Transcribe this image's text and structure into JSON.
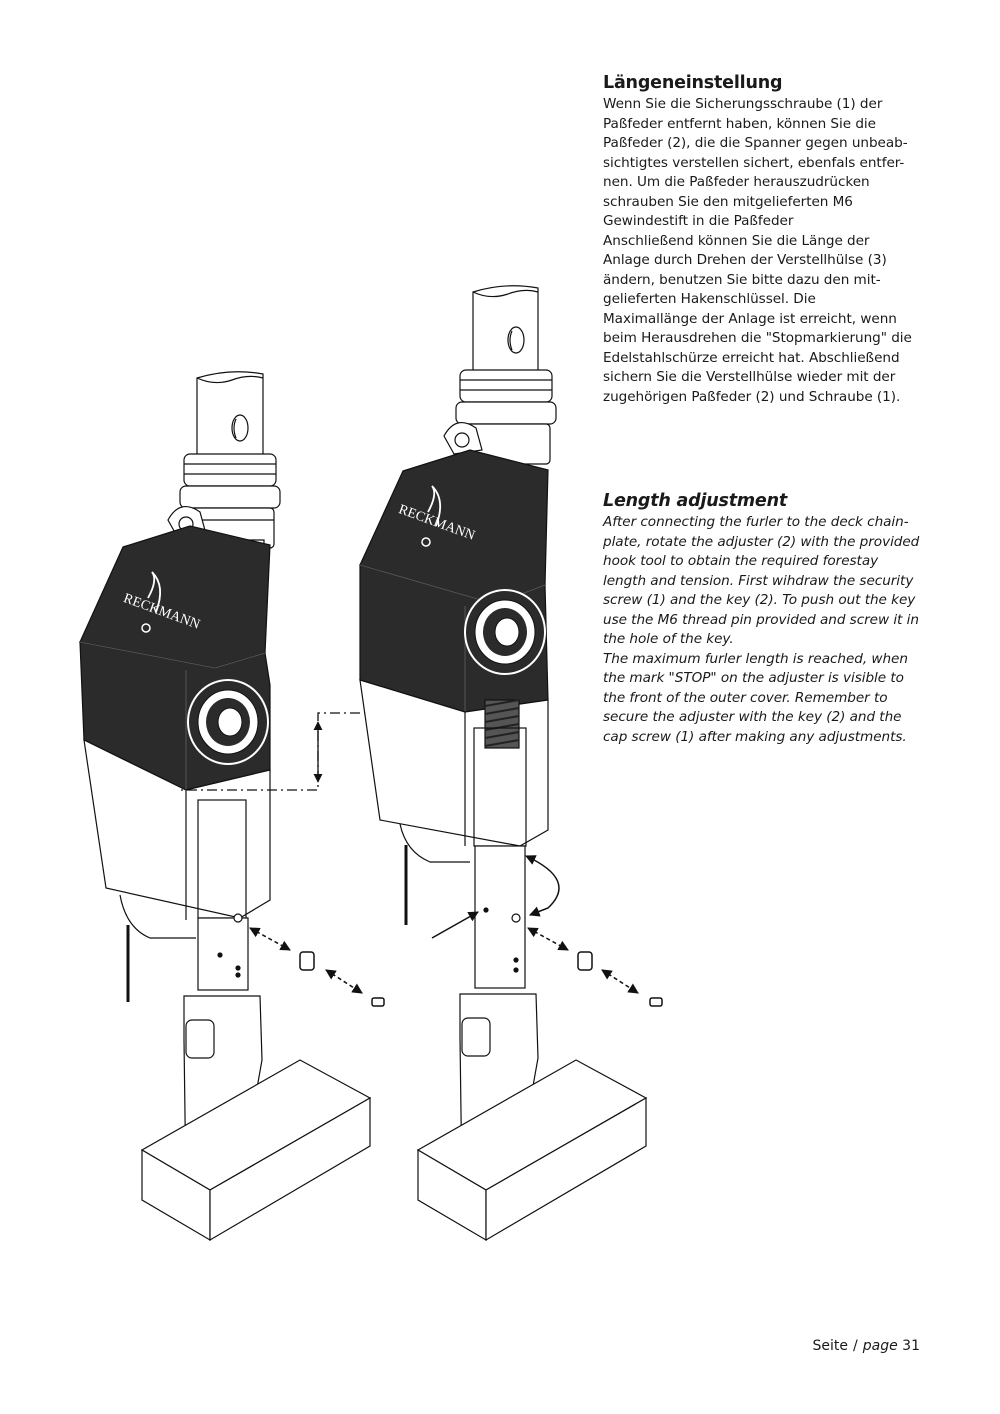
{
  "german": {
    "heading": "Längeneinstellung",
    "lines": [
      "Wenn Sie die Sicherungsschraube (1) der",
      "Paßfeder entfernt haben, können Sie die",
      "Paßfeder (2), die die Spanner gegen unbeab-",
      "sichtigtes verstellen sichert, ebenfals entfer-",
      "nen. Um die Paßfeder herauszudrücken",
      "schrauben Sie den mitgelieferten M6",
      "Gewindestift in die Paßfeder",
      "Anschließend können Sie die Länge der",
      "Anlage durch Drehen der Verstellhülse (3)",
      "ändern, benutzen Sie bitte dazu den mit-",
      "gelieferten Hakenschlüssel. Die",
      "Maximallänge der Anlage ist erreicht, wenn",
      "beim Herausdrehen die \"Stopmarkierung\" die",
      "Edelstahlschürze erreicht hat. Abschließend",
      "sichern Sie die Verstellhülse wieder mit der",
      "zugehörigen Paßfeder (2) und Schraube (1)."
    ]
  },
  "english": {
    "heading": "Length adjustment",
    "lines": [
      "After connecting the furler to the deck chain-",
      "plate, rotate the adjuster (2) with the provided",
      "hook tool to obtain the required forestay",
      "length and tension. First wihdraw the security",
      "screw (1) and the key (2). To push out the key",
      "use the M6 thread pin provided and screw it in",
      "the hole of the key.",
      "The maximum furler length is reached, when",
      "the mark \"STOP\" on the adjuster is visible to",
      "the front of the outer cover. Remember to",
      "secure the adjuster with the key (2) and the",
      "cap screw (1) after making any adjustments."
    ]
  },
  "illustration": {
    "logo_text_left": "RECKMANN",
    "logo_text_right": "RECKMANN"
  },
  "footer": {
    "seite": "Seite",
    "separator": "/",
    "page_word": "page",
    "page_number": "31"
  },
  "colors": {
    "text": "#1a1a1a",
    "housing": "#2b2b2b",
    "line": "#1a1a1a"
  }
}
